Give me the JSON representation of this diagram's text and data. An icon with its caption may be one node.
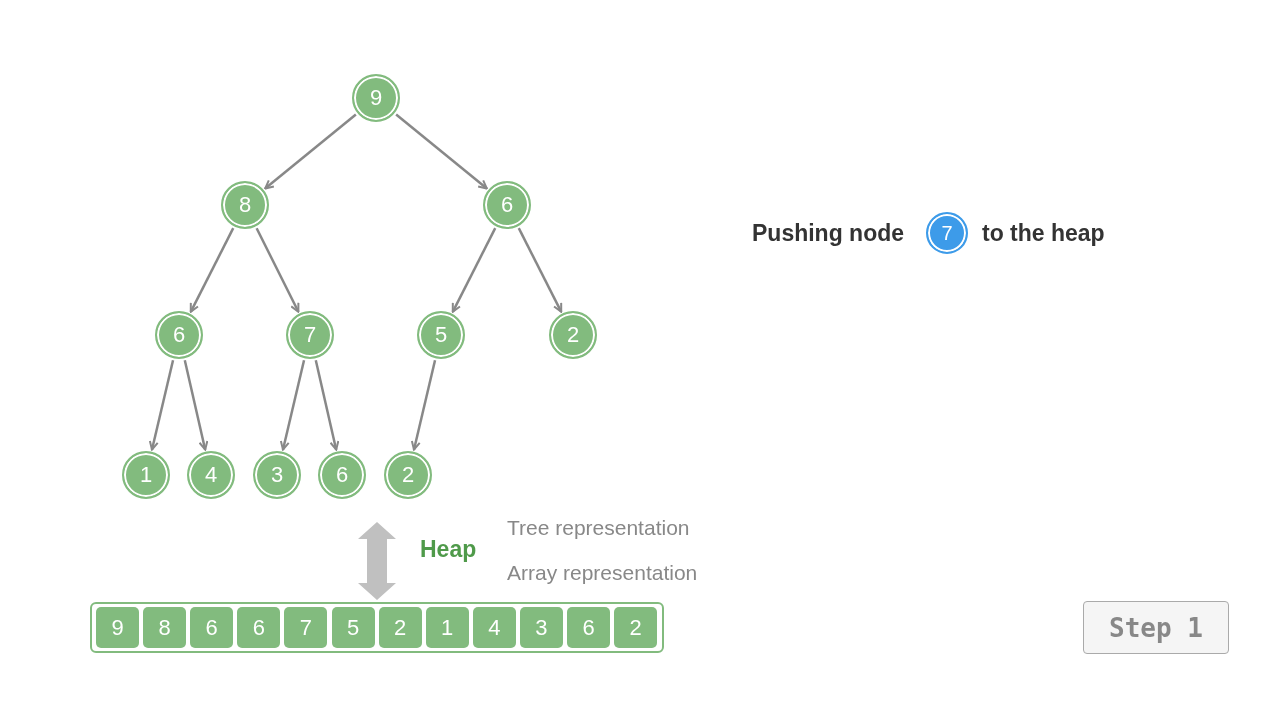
{
  "diagram": {
    "nodes": [
      {
        "text": [
          "9"
        ]
      },
      {
        "text": [
          "8"
        ]
      },
      {
        "text": [
          "6"
        ]
      },
      {
        "text": [
          "6"
        ]
      },
      {
        "text": [
          "7"
        ]
      },
      {
        "text": [
          "5"
        ]
      },
      {
        "text": [
          "2"
        ]
      },
      {
        "text": [
          "1"
        ]
      },
      {
        "text": [
          "4"
        ]
      },
      {
        "text": [
          "3"
        ]
      },
      {
        "text": [
          "6"
        ]
      },
      {
        "text": [
          "2"
        ]
      },
      {
        "text": [
          "7"
        ]
      },
      {
        "text": [],
        "shape": "bar"
      },
      {
        "text": [
          "9"
        ],
        "in": 13
      },
      {
        "text": [
          "8"
        ],
        "in": 13
      },
      {
        "text": [
          "6"
        ],
        "in": 13
      },
      {
        "text": [
          "6"
        ],
        "in": 13
      },
      {
        "text": [
          "7"
        ],
        "in": 13
      },
      {
        "text": [
          "5"
        ],
        "in": 13
      },
      {
        "text": [
          "2"
        ],
        "in": 13
      },
      {
        "text": [
          "1"
        ],
        "in": 13
      },
      {
        "text": [
          "4"
        ],
        "in": 13
      },
      {
        "text": [
          "3"
        ],
        "in": 13
      },
      {
        "text": [
          "6"
        ],
        "in": 13
      },
      {
        "text": [
          "2"
        ],
        "in": 13
      },
      {
        "text": [
          "Step 1"
        ]
      }
    ],
    "edges": [
      {
        "from": 0,
        "to": 1,
        "arrow": "to"
      },
      {
        "from": 0,
        "to": 2,
        "arrow": "to"
      },
      {
        "from": 1,
        "to": 3,
        "arrow": "to"
      },
      {
        "from": 1,
        "to": 4,
        "arrow": "to"
      },
      {
        "from": 2,
        "to": 5,
        "arrow": "to"
      },
      {
        "from": 2,
        "to": 6,
        "arrow": "to"
      },
      {
        "from": 3,
        "to": 7,
        "arrow": "to"
      },
      {
        "from": 3,
        "to": 8,
        "arrow": "to"
      },
      {
        "from": 4,
        "to": 9,
        "arrow": "to"
      },
      {
        "from": 4,
        "to": 10,
        "arrow": "to"
      },
      {
        "from": 5,
        "to": 11,
        "arrow": "to"
      },
      {
        "from": null,
        "to": 13,
        "arrow": "both",
        "style": "thick",
        "color": "#c0c0c0"
      }
    ],
    "labels": [
      "Pushing node",
      "to the heap",
      "Tree representation",
      "Heap",
      "Array representation"
    ]
  }
}
